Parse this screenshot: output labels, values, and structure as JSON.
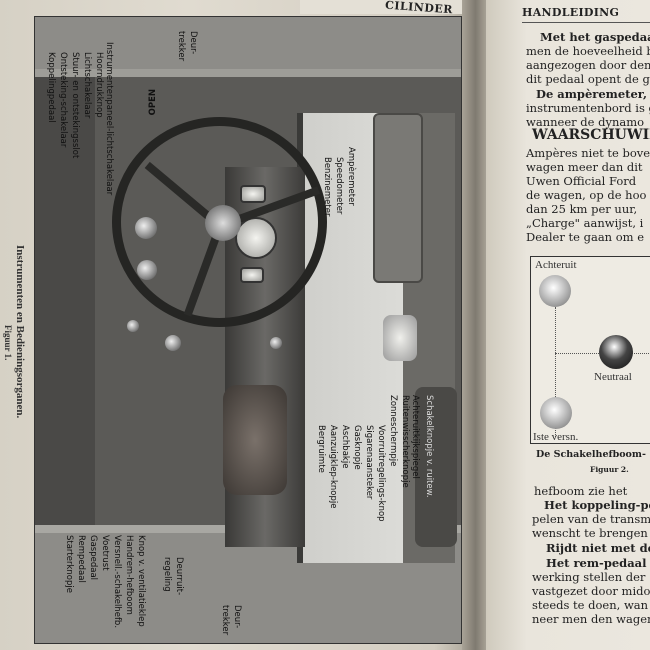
{
  "left_page": {
    "running_head": "CILINDER",
    "caption": "Instrumenten en Bedieningsorganen.",
    "figure_label": "Figuur 1.",
    "labels_top_left": [
      "Instrumentenpaneel-lichtschakelaar",
      "Hoorndrukknop",
      "Lichtschakelaar",
      "Stuur- en ontstekingsslot",
      "Ontsteking-schakelaar",
      "Koppelingpedaal"
    ],
    "door_top": "Deur-trekker",
    "open_label": "OPEN",
    "labels_instruments": [
      "Ampèremeter",
      "Speedometer",
      "Benzinemeter"
    ],
    "labels_dash": [
      "Voorruitregelings-knop",
      "Sigarenaansteker",
      "Gasknopje",
      "Aschbakje",
      "Aanzuigklep-knopje",
      "Bergruimte"
    ],
    "labels_windshield": [
      "Schakelknopje v. ruitew.",
      "Achteruitkijkspiegel",
      "Ruitenwisscherknopje",
      "Zonneschermpje"
    ],
    "labels_bottom": [
      "Knop v. ventilatieklep",
      "Handrem-hefboom",
      "Versnell.-schakelhefb.",
      "Voetrust",
      "Gaspedaal",
      "Rempedaal",
      "Starterknopje"
    ],
    "door_window": "Deurruit-regeling",
    "door_bottom": "Deur-trekker"
  },
  "right_page": {
    "header": "HANDLEIDING",
    "p1_bold": "Met het gaspedaal,",
    "p1_lines": [
      "men de hoeveelheid b",
      "aangezogen door den",
      "dit pedaal opent de g"
    ],
    "p2_bold": "De ampèremeter,",
    "p2_rest": " w",
    "p2_lines": [
      "instrumentenbord is g",
      "wanneer de dynamo"
    ],
    "warning": "WAARSCHUWIN",
    "p3_lines": [
      "Ampères niet te boven",
      "wagen meer dan dit",
      "Uwen Official Ford",
      "de wagen, op de hoo",
      "dan 25 km per uur,",
      "„Charge\" aanwijst, i",
      "Dealer te gaan om e"
    ],
    "figure": {
      "reverse": "Achteruit",
      "neutral": "Neutraal",
      "first": "Iste versn.",
      "caption": "De Schakelhefboom-",
      "label": "Figuur 2."
    },
    "p4_line": "hefboom  zie  het",
    "p5_bold": "Het koppeling-ped",
    "p5_lines": [
      "pelen van de transmi",
      "wenscht te brengen"
    ],
    "p6_bold": "Rijdt niet met der",
    "p7_bold": "Het rem-pedaal",
    "p7_rest": " er",
    "p7_lines": [
      "werking stellen der",
      "vastgezet door mido",
      "steeds te doen, wan",
      "neer men den wager"
    ]
  }
}
